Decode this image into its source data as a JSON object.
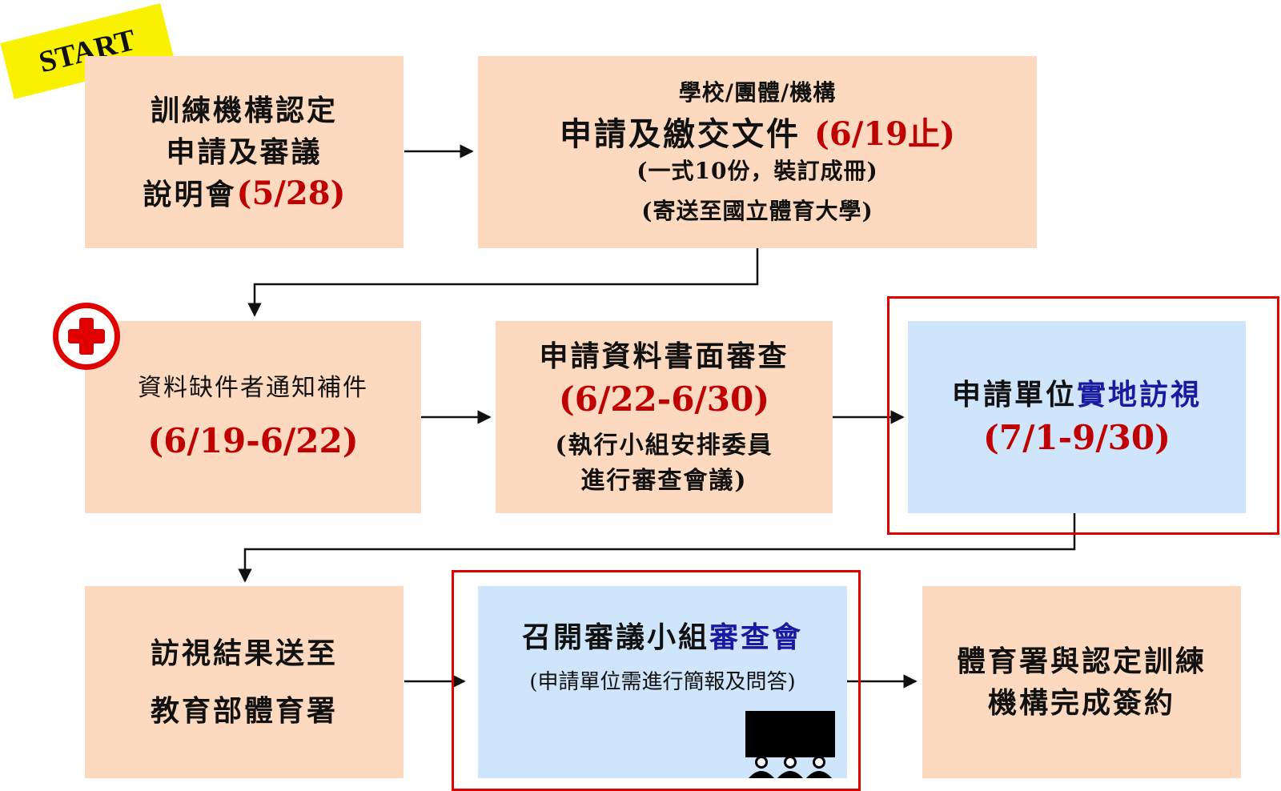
{
  "start": "START",
  "box1": {
    "line1": "訓練機構認定",
    "line2": "申請及審議",
    "line3": "說明會",
    "date": "(5/28)"
  },
  "box2": {
    "top": "學校/團體/機構",
    "main": "申請及繳交文件 ",
    "date": "(6/19止)",
    "note1": "(一式10份，裝訂成冊)",
    "note2": "(寄送至國立體育大學)"
  },
  "box3": {
    "text": "資料缺件者通知補件",
    "date": "(6/19-6/22)"
  },
  "box4": {
    "title": "申請資料書面審查",
    "date": "(6/22-6/30)",
    "note1": "(執行小組安排委員",
    "note2": "進行審查會議)"
  },
  "box5": {
    "prefix": "申請單位",
    "highlight": "實地訪視",
    "date": "(7/1-9/30)"
  },
  "box6": {
    "line1": "訪視結果送至",
    "line2": "教育部體育署"
  },
  "box7": {
    "prefix": "召開審議小組",
    "highlight": "審查會",
    "note": "(申請單位需進行簡報及問答)"
  },
  "box8": {
    "line1": "體育署與認定訓練",
    "line2": "機構完成簽約"
  },
  "colors": {
    "peach": "#fdd9bf",
    "blue": "#cfe5fb",
    "red": "#c00000",
    "navy": "#1a1aa0",
    "frame": "#e00000",
    "start_tag": "#f8f200"
  },
  "icons": {
    "add": "red-plus-icon",
    "meeting": "presentation-audience-icon"
  }
}
